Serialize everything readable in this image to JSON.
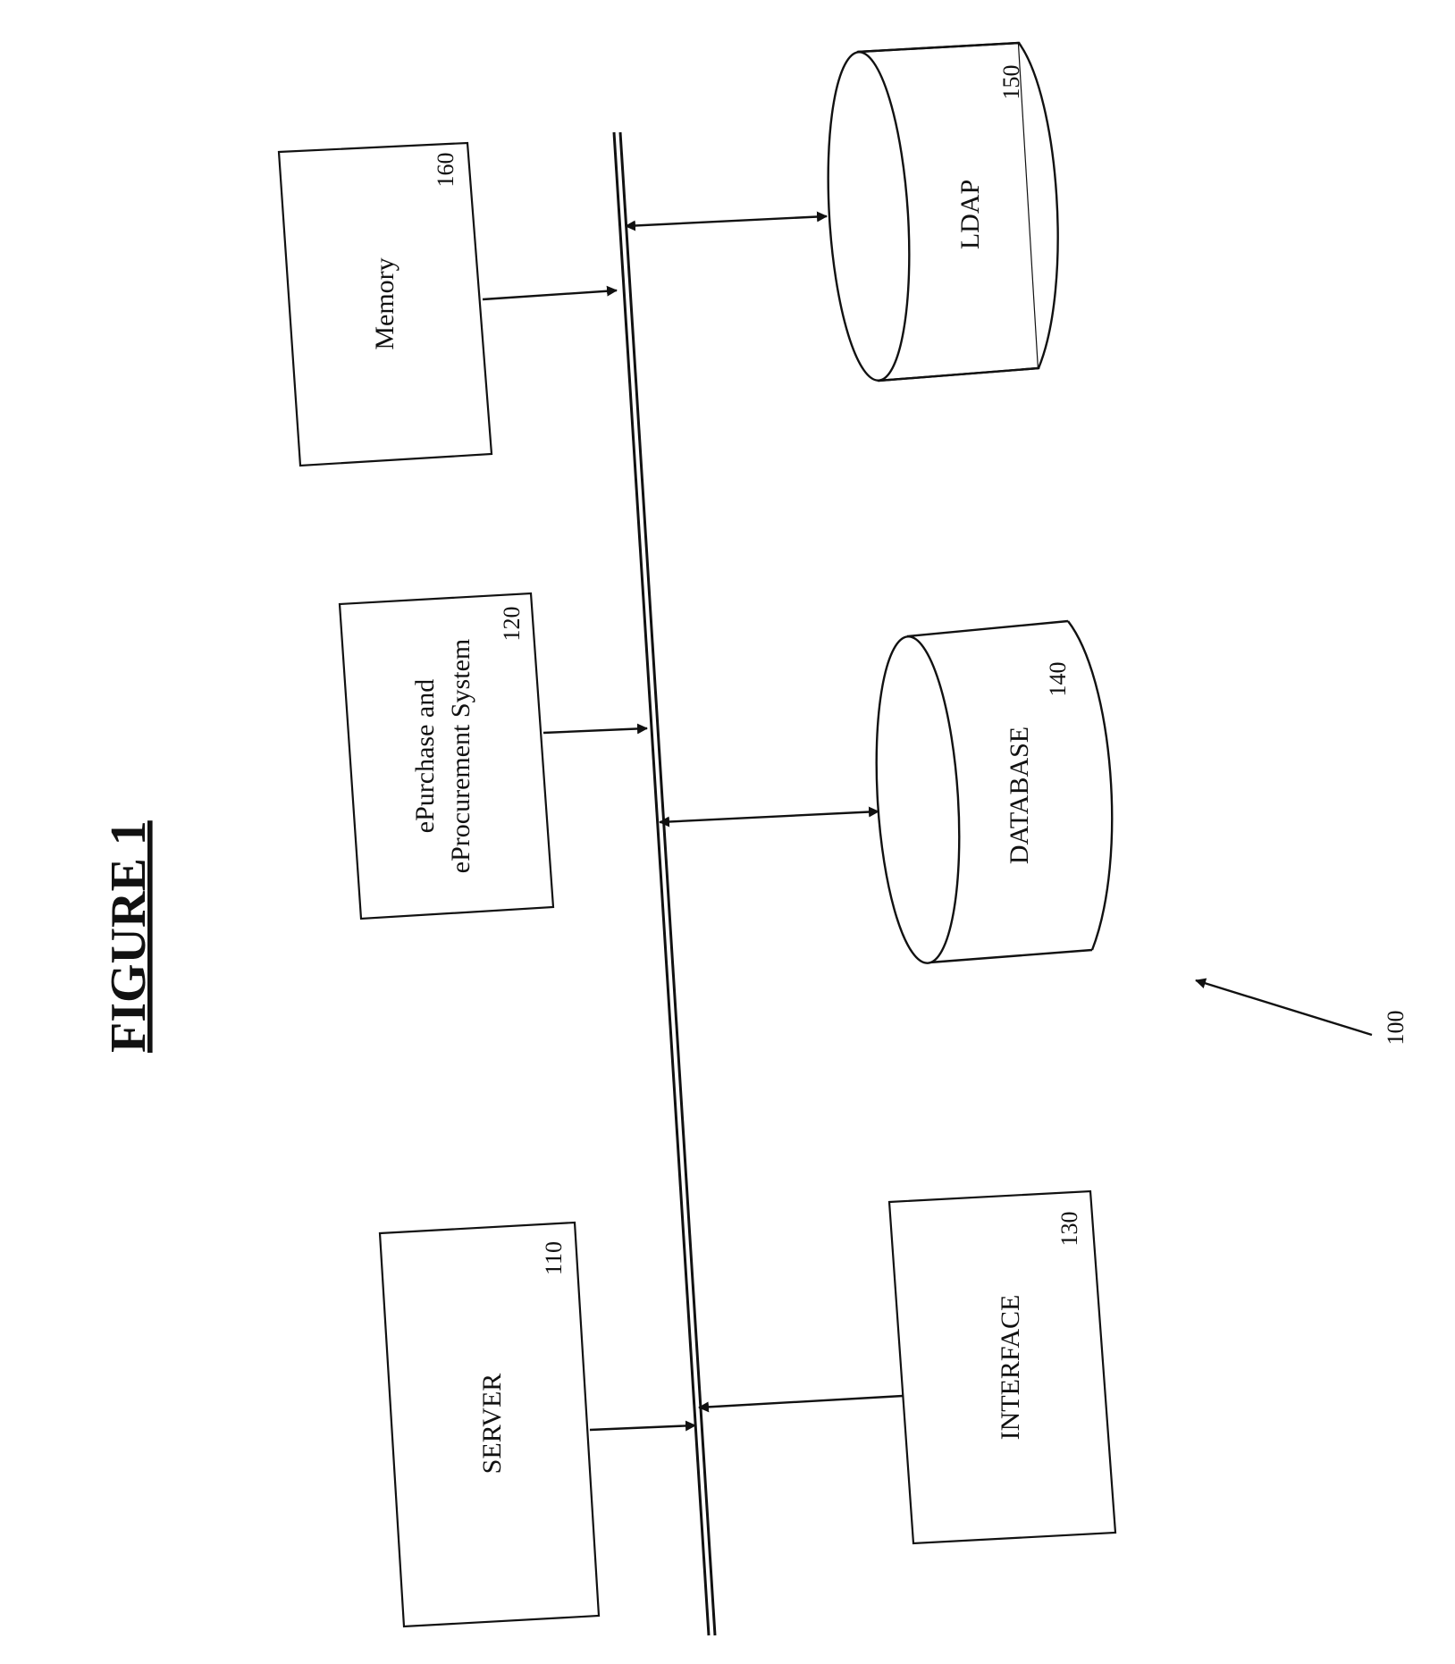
{
  "figure": {
    "title": "FIGURE 1",
    "system_ref": "100"
  },
  "components": {
    "server": {
      "label": "SERVER",
      "ref": "110"
    },
    "epurchase": {
      "label_line1": "ePurchase and",
      "label_line2": "eProcurement System",
      "ref": "120"
    },
    "interface": {
      "label": "INTERFACE",
      "ref": "130"
    },
    "database": {
      "label": "DATABASE",
      "ref": "140"
    },
    "ldap": {
      "label": "LDAP",
      "ref": "150"
    },
    "memory": {
      "label": "Memory",
      "ref": "160"
    }
  },
  "colors": {
    "ink": "#111111",
    "paper": "#ffffff"
  }
}
